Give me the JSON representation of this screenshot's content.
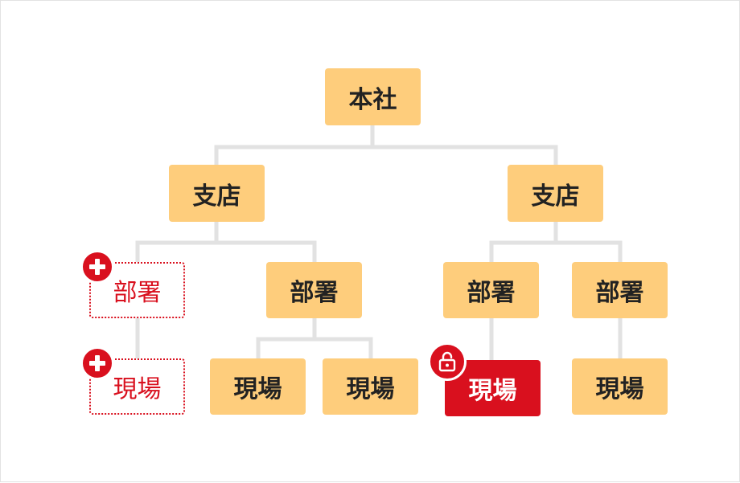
{
  "diagram": {
    "nodes": {
      "root": "本社",
      "branch_left": "支店",
      "branch_right": "支店",
      "dept_new": "部署",
      "dept_left": "部署",
      "dept_right_1": "部署",
      "dept_right_2": "部署",
      "site_new": "現場",
      "site_left_1": "現場",
      "site_left_2": "現場",
      "site_selected": "現場",
      "site_right": "現場"
    },
    "icons": {
      "add": "plus-icon",
      "lock": "unlock-icon"
    },
    "colors": {
      "node_fill": "#fecd7c",
      "accent": "#d9101e",
      "connector": "#e2e2e2"
    }
  }
}
